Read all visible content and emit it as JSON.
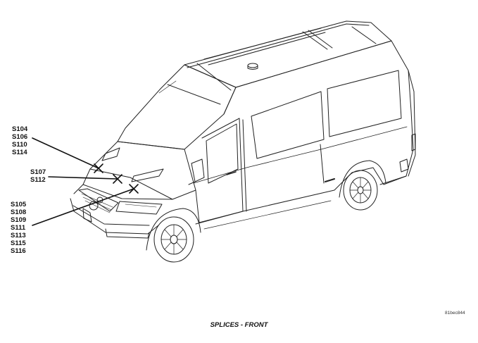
{
  "callouts": [
    {
      "id": "group-1",
      "labels": [
        "S104",
        "S106",
        "S110",
        "S114"
      ]
    },
    {
      "id": "group-2",
      "labels": [
        "S107",
        "S112"
      ]
    },
    {
      "id": "group-3",
      "labels": [
        "S105",
        "S108",
        "S109",
        "S111",
        "S113",
        "S115",
        "S116"
      ]
    }
  ],
  "caption": "SPLICES - FRONT",
  "figure_id": "81bec844",
  "colors": {
    "ink": "#111111",
    "background": "#ffffff"
  }
}
